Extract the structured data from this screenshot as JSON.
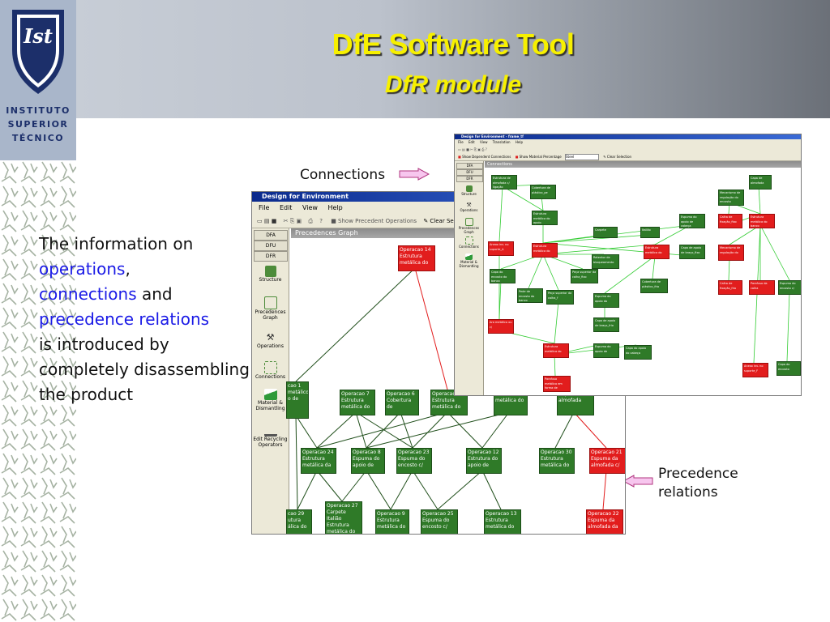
{
  "header": {
    "title": "DfE Software Tool",
    "subtitle": "DfR module"
  },
  "brand": {
    "logo_mark": "Ist",
    "lines": [
      "INSTITUTO",
      "SUPERIOR",
      "TÉCNICO"
    ]
  },
  "intro": {
    "p1": "The information on",
    "operations": "operations",
    "comma": ",",
    "connections": "connections",
    "and": " and",
    "precedence": "precedence relations",
    "p2": "is introduced by completely disassembling the product"
  },
  "callouts": {
    "connections": "Connections",
    "precedence_line1": "Precedence",
    "precedence_line2": "relations"
  },
  "main_window": {
    "title": "Design for Environment",
    "menu": [
      "File",
      "Edit",
      "View",
      "Help"
    ],
    "toolbar_show_precedent": "Show Precedent Operations",
    "toolbar_clear": "Clear Se",
    "tabs": [
      "DFA",
      "DFU",
      "DFR"
    ],
    "sidebar": [
      "Structure",
      "Precedences Graph",
      "Operations",
      "Connections",
      "Material & Dismantling",
      "Edit Recycling Operators"
    ],
    "panel_title": "Precedences Graph",
    "nodes": [
      {
        "id": "op14",
        "title": "Operacao 14",
        "text": "Estrutura metálica do",
        "color": "r"
      },
      {
        "id": "op1",
        "title": "cao 1",
        "text": "metálico",
        "extra": "o de",
        "color": "g"
      },
      {
        "id": "op7",
        "title": "Operacao 7",
        "text": "Estrutura metálica do",
        "color": "g"
      },
      {
        "id": "op6",
        "title": "Operacao 6",
        "text": "Cobertura de",
        "color": "g"
      },
      {
        "id": "opx",
        "title": "Operacao",
        "text": "Estrutura metálica do",
        "color": "g"
      },
      {
        "id": "opy",
        "title": "",
        "text": "Estrutura metálica do",
        "color": "g"
      },
      {
        "id": "opz",
        "title": "",
        "text": "Capa da almofada",
        "color": "g"
      },
      {
        "id": "op24",
        "title": "Operacao 24",
        "text": "Estrutura metálica da",
        "color": "g"
      },
      {
        "id": "op8",
        "title": "Operacao 8",
        "text": "Espuma do apoio de",
        "color": "g"
      },
      {
        "id": "op23",
        "title": "Operacao 23",
        "text": "Espuma do encosto c/",
        "color": "g"
      },
      {
        "id": "op12",
        "title": "Operacao 12",
        "text": "Estrutura do apoio de",
        "color": "g"
      },
      {
        "id": "op30",
        "title": "Operacao 30",
        "text": "Estrutura metálica do",
        "color": "g"
      },
      {
        "id": "op21",
        "title": "Operacao 21",
        "text": "Espuma da almofada c/",
        "color": "r"
      },
      {
        "id": "op29",
        "title": "cao 29",
        "text": "utura",
        "extra": "álica do",
        "color": "g"
      },
      {
        "id": "op27",
        "title": "Operacao 27",
        "text": "Carpete Italião",
        "extra": "Estrutura metálica do",
        "color": "g"
      },
      {
        "id": "op9",
        "title": "Operacao 9",
        "text": "Estrutura metálica do",
        "color": "g"
      },
      {
        "id": "op25",
        "title": "Operacao 25",
        "text": "Espuma do encosto c/",
        "color": "g"
      },
      {
        "id": "op13",
        "title": "Operacao 13",
        "text": "Estrutura metálica do",
        "color": "g"
      },
      {
        "id": "op22",
        "title": "Operacao 22",
        "text": "Espuma da almofada da",
        "color": "r"
      }
    ]
  },
  "conn_window": {
    "title": "Design for Environment - frame_tf",
    "menu": [
      "File",
      "Edit",
      "View",
      "Translation",
      "Help"
    ],
    "toolbar_show_dependent": "Show Dependent Connections",
    "toolbar_show_material": "Show Material Percentage",
    "toolbar_select": "Steel",
    "toolbar_clear": "Clear Selection",
    "tabs": [
      "DFA",
      "DFU",
      "DFR"
    ],
    "sidebar": [
      "Structure",
      "Operations",
      "Precedences Graph",
      "Connections",
      "Material & Dismantling"
    ],
    "panel_title": "Connections",
    "nodes": [
      {
        "id": "c1",
        "text": "Estrutura de almofada c/ ligação",
        "color": "g"
      },
      {
        "id": "c2",
        "text": "Cobertura de plástico_pe",
        "color": "g"
      },
      {
        "id": "c3",
        "text": "Capa de almofada",
        "color": "g"
      },
      {
        "id": "c4",
        "text": "Estrutura metálica do apoio",
        "color": "g"
      },
      {
        "id": "c5",
        "text": "Mecanismo de regulação do encosto",
        "color": "g"
      },
      {
        "id": "c6",
        "text": "Carpete",
        "color": "g"
      },
      {
        "id": "c7",
        "text": "Italião",
        "color": "g"
      },
      {
        "id": "c8",
        "text": "Espuma do apoio de cabeça",
        "color": "g"
      },
      {
        "id": "c9",
        "text": "Calha de fixação_fixo",
        "color": "r"
      },
      {
        "id": "c10",
        "text": "Estrutura metálica do banco",
        "color": "r"
      },
      {
        "id": "c11",
        "text": "Anexo inv. no suporte_A",
        "color": "r"
      },
      {
        "id": "c12",
        "text": "Estrutura metálica do",
        "color": "r"
      },
      {
        "id": "c13",
        "text": "Estrutura metálica do",
        "color": "r"
      },
      {
        "id": "c14",
        "text": "Capa de apoio de braço_fixo",
        "color": "g"
      },
      {
        "id": "c15",
        "text": "Mecanismo de regulação do",
        "color": "r"
      },
      {
        "id": "c16",
        "text": "Retentor de bloqueamento",
        "color": "g"
      },
      {
        "id": "c17",
        "text": "Capa do encosto do banco",
        "color": "g"
      },
      {
        "id": "c18",
        "text": "Peça superior da calha_fixo",
        "color": "g"
      },
      {
        "id": "c19",
        "text": "Cobertura de plástico_frio",
        "color": "g"
      },
      {
        "id": "c20",
        "text": "Calha de fixação_frio",
        "color": "r"
      },
      {
        "id": "c21",
        "text": "Parafuso da calha",
        "color": "r"
      },
      {
        "id": "c22",
        "text": "Espuma do encosto c/",
        "color": "g"
      },
      {
        "id": "c23",
        "text": "Pede de encosto do banco",
        "color": "g"
      },
      {
        "id": "c24",
        "text": "Peça superior da calha_f",
        "color": "g"
      },
      {
        "id": "c25",
        "text": "Espuma do apoio do",
        "color": "g"
      },
      {
        "id": "c26",
        "text": "Capa de apoio de braço_frio",
        "color": "g"
      },
      {
        "id": "c27",
        "text": "Aro metálico ou c/",
        "color": "r"
      },
      {
        "id": "c28",
        "text": "Estrutura metálica do",
        "color": "r"
      },
      {
        "id": "c29",
        "text": "Espuma do apoio de",
        "color": "g"
      },
      {
        "id": "c30",
        "text": "Capa do apoio do cabeça",
        "color": "g"
      },
      {
        "id": "c31",
        "text": "Anexo inv. no suporte_F",
        "color": "r"
      },
      {
        "id": "c32",
        "text": "Capa do encosto",
        "color": "g"
      },
      {
        "id": "c33",
        "text": "Parafuso metálico em forma de",
        "color": "r"
      }
    ]
  }
}
